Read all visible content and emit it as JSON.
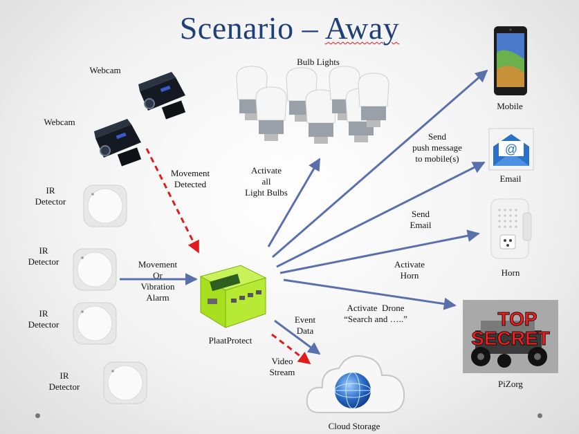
{
  "title": {
    "main": "Scenario – ",
    "squiggly": "Away"
  },
  "labels": {
    "webcam1": "Webcam",
    "webcam2": "Webcam",
    "ir1": "IR\nDetector",
    "ir2": "IR\nDetector",
    "ir3": "IR\nDetector",
    "ir4": "IR\nDetector",
    "movement_detected": "Movement\nDetected",
    "movement_vibration": "Movement\nOr\nVibration\nAlarm",
    "plaatprotect": "PlaatProtect",
    "bulb_lights": "Bulb Lights",
    "activate_bulbs": "Activate\nall\nLight Bulbs",
    "send_push": "Send\npush message\nto mobile(s)",
    "mobile": "Mobile",
    "send_email": "Send\nEmail",
    "email": "Email",
    "activate_horn": "Activate\nHorn",
    "horn": "Horn",
    "activate_drone": "Activate  Drone\n“Search and …..”",
    "pizorg": "PiZorg",
    "event_data": "Event\nData",
    "video_stream": "Video\nStream",
    "cloud_storage": "Cloud Storage"
  },
  "badges": {
    "top": "TOP",
    "secret": "SECRET"
  },
  "icons": {
    "webcam": "webcam-icon",
    "ir": "ir-detector-icon",
    "bulb": "light-bulb-icon",
    "box": "plaatprotect-box-icon",
    "mobile": "mobile-phone-icon",
    "email": "email-icon",
    "horn": "horn-icon",
    "drone": "drone-icon",
    "cloud": "cloud-storage-icon"
  },
  "colors": {
    "title": "#1f3f7a",
    "blue_arrow": "#5a70ad",
    "red_arrow": "#e01b1b",
    "box_green": "#a6e01e"
  }
}
